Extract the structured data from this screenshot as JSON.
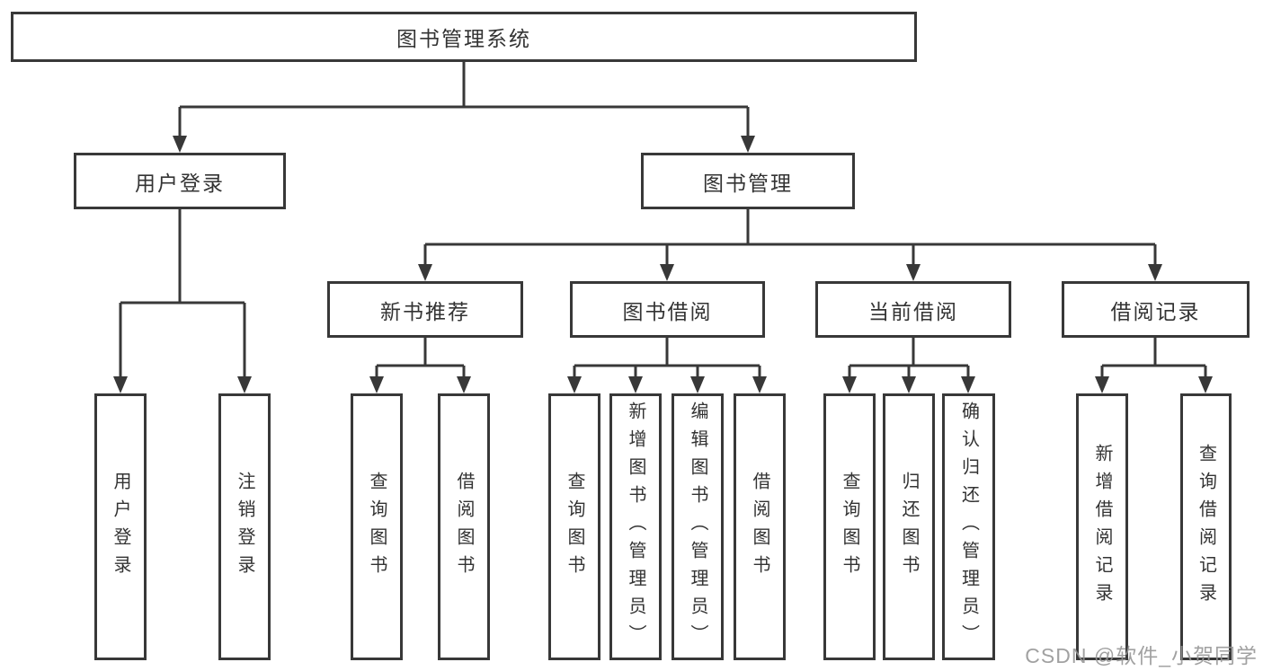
{
  "diagram": {
    "root": {
      "label": "图书管理系统"
    },
    "level2": {
      "user_login": {
        "label": "用户登录"
      },
      "book_mgmt": {
        "label": "图书管理"
      }
    },
    "level3": {
      "new_books": {
        "label": "新书推荐"
      },
      "book_borrow": {
        "label": "图书借阅"
      },
      "current_borrow": {
        "label": "当前借阅"
      },
      "borrow_records": {
        "label": "借阅记录"
      }
    },
    "leaves": {
      "user_login_leaf": {
        "label": "用户登录"
      },
      "logout_leaf": {
        "label": "注销登录"
      },
      "nb_query_books": {
        "label": "查询图书"
      },
      "nb_borrow_books": {
        "label": "借阅图书"
      },
      "bb_query_books": {
        "label": "查询图书"
      },
      "bb_add_books": {
        "label": "新增图书（管理员）"
      },
      "bb_edit_books": {
        "label": "编辑图书（管理员）"
      },
      "bb_borrow_books": {
        "label": "借阅图书"
      },
      "cb_query_books": {
        "label": "查询图书"
      },
      "cb_return_books": {
        "label": "归还图书"
      },
      "cb_confirm_return": {
        "label": "确认归还（管理员）"
      },
      "rec_add_record": {
        "label": "新增借阅记录"
      },
      "rec_query_record": {
        "label": "查询借阅记录"
      }
    }
  },
  "watermark": {
    "text": "CSDN @软件_小贺同学"
  },
  "colors": {
    "line": "#383838",
    "text": "#333333",
    "watermark": "#949494",
    "background": "#ffffff"
  }
}
